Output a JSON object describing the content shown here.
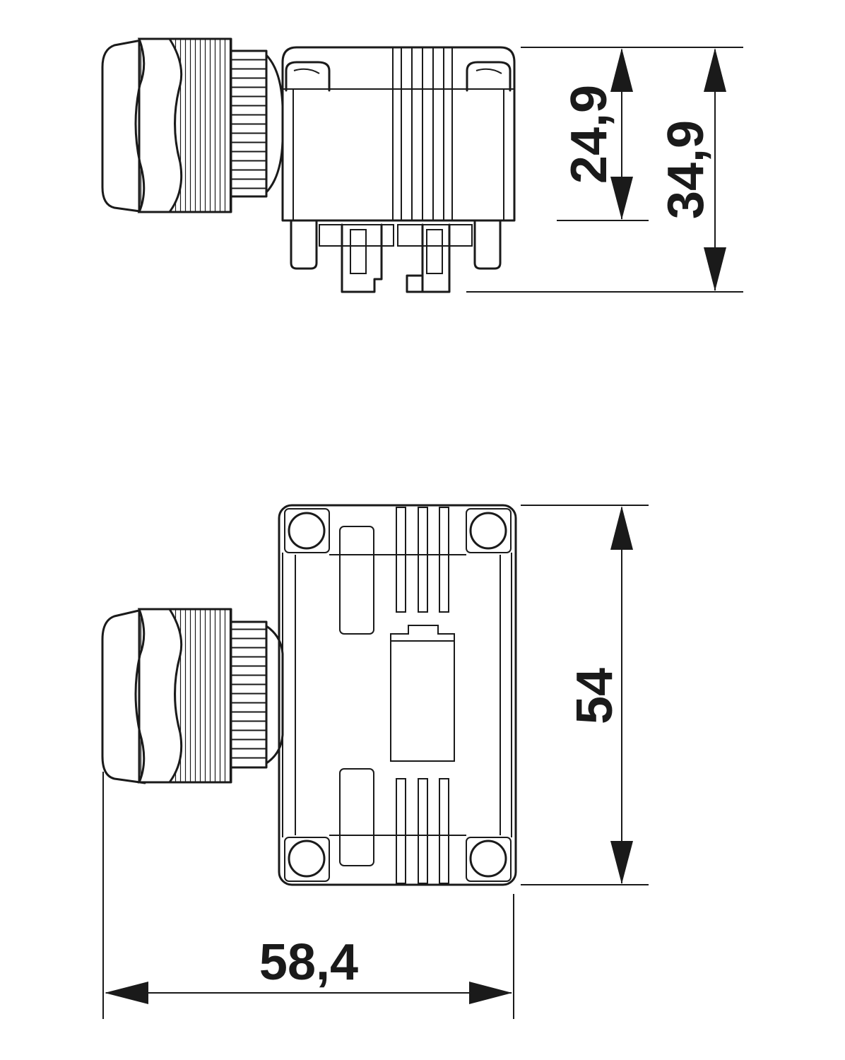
{
  "drawing": {
    "views": [
      "side-view",
      "top-view"
    ]
  },
  "dimensions": {
    "inner_height": "24,9",
    "total_height": "34,9",
    "width": "54",
    "length": "58,4"
  },
  "colors": {
    "line": "#1a1a1a",
    "background": "#ffffff"
  }
}
